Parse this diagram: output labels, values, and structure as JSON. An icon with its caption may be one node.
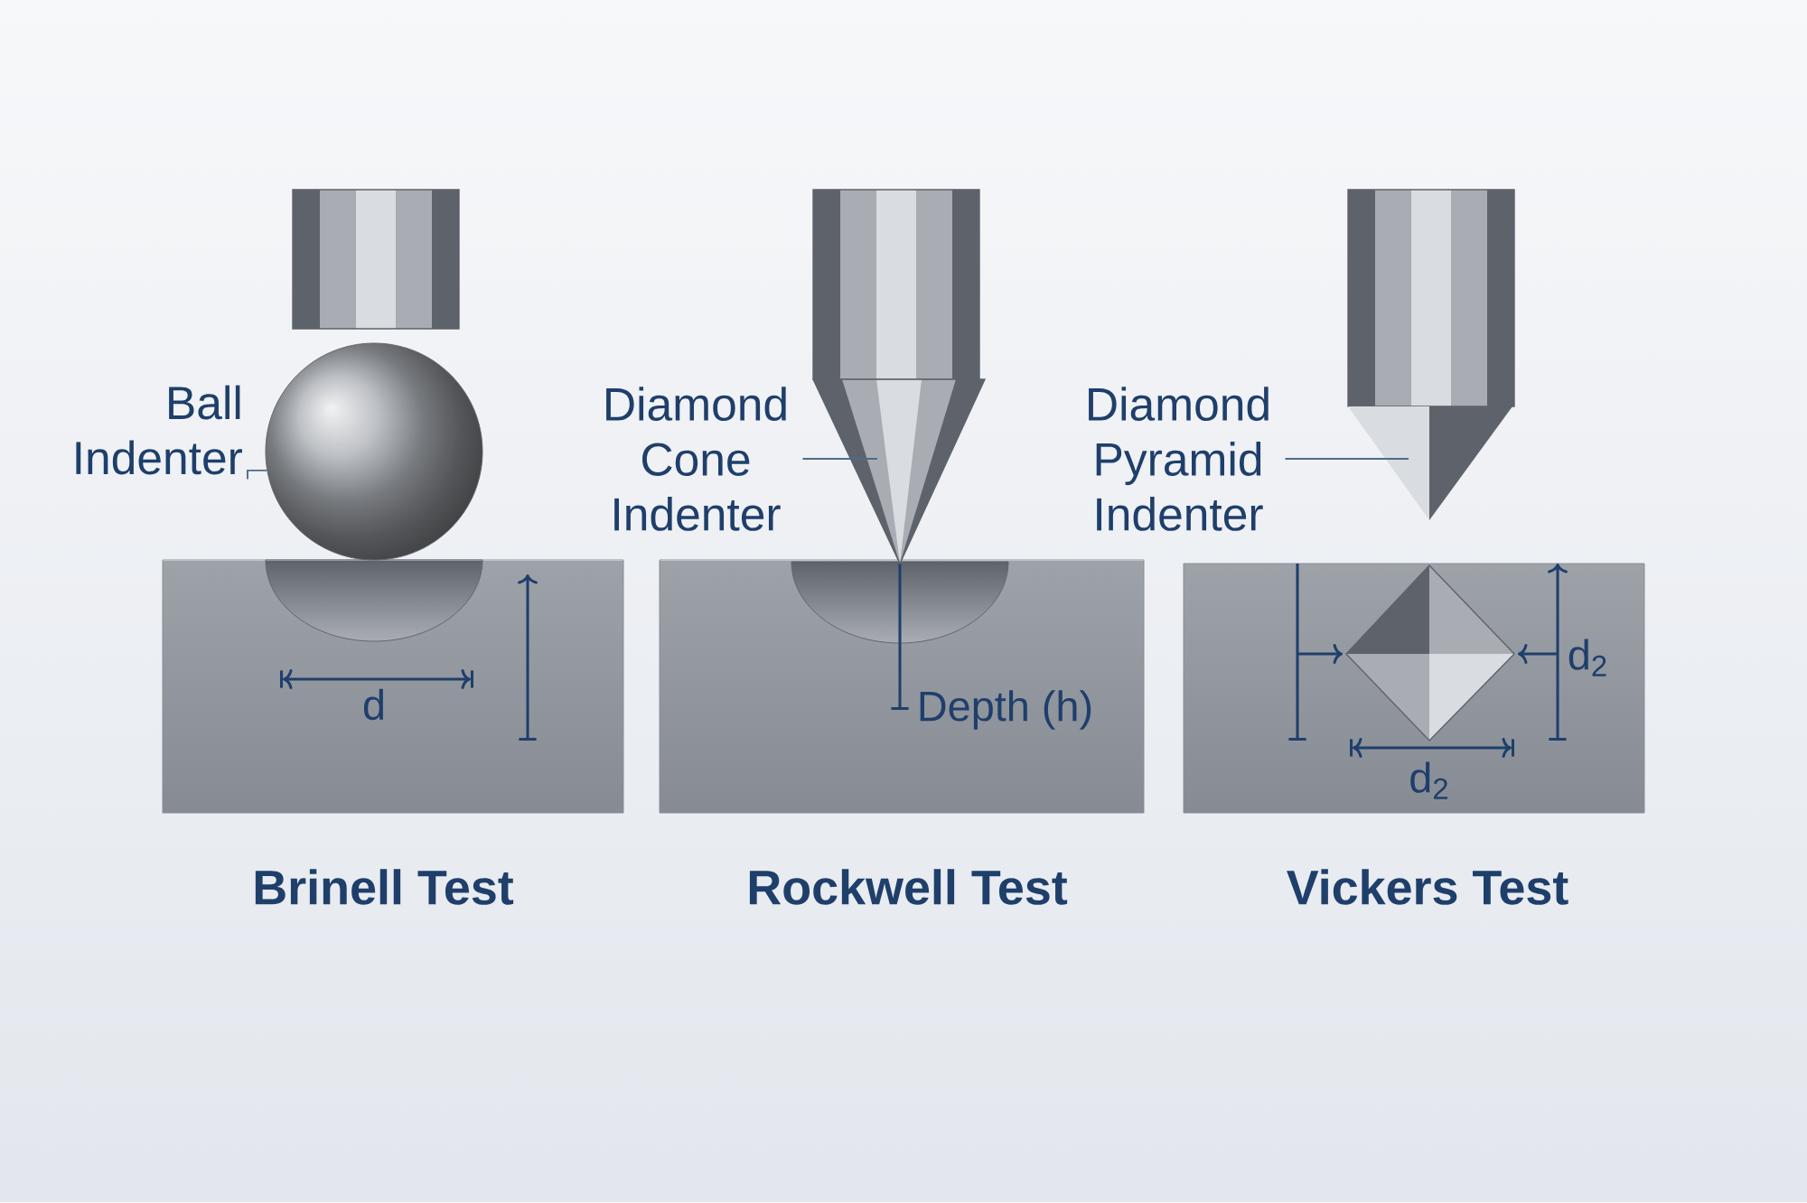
{
  "diagram": {
    "nodes": [
      {
        "text": [
          "Ball Indenter"
        ]
      },
      {
        "text": [],
        "shape": "circle"
      },
      {
        "text": [
          "Diamond Cone Indenter"
        ]
      },
      {
        "text": [],
        "shape": "picture"
      },
      {
        "text": [
          "Diamond Pyramid Indenter"
        ]
      },
      {
        "text": [],
        "shape": "picture"
      }
    ],
    "edges": [
      {
        "from": 0,
        "to": 1,
        "arrow": "none"
      },
      {
        "from": 2,
        "to": 3,
        "arrow": "none"
      },
      {
        "from": 4,
        "to": 5,
        "arrow": "none"
      }
    ],
    "labels": [
      "d",
      "Depth (h)",
      "d$_{2}$",
      "d$_{2}$",
      "Brinell Test",
      "Rockwell Test",
      "Vickers Test"
    ]
  }
}
